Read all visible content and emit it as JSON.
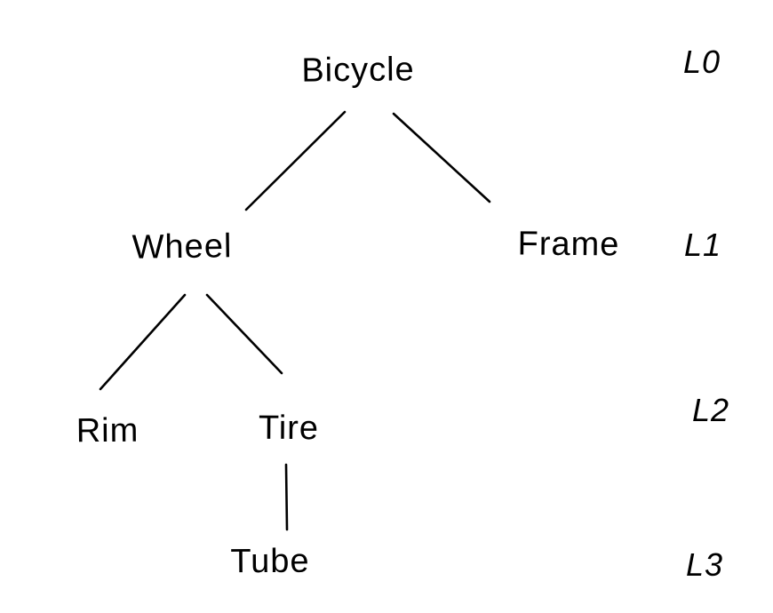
{
  "tree": {
    "nodes": [
      {
        "id": "bicycle",
        "label": "Bicycle",
        "level": 0,
        "parent": null
      },
      {
        "id": "wheel",
        "label": "Wheel",
        "level": 1,
        "parent": "bicycle"
      },
      {
        "id": "frame",
        "label": "Frame",
        "level": 1,
        "parent": "bicycle"
      },
      {
        "id": "rim",
        "label": "Rim",
        "level": 2,
        "parent": "wheel"
      },
      {
        "id": "tire",
        "label": "Tire",
        "level": 2,
        "parent": "wheel"
      },
      {
        "id": "tube",
        "label": "Tube",
        "level": 3,
        "parent": "tire"
      }
    ],
    "edges": [
      {
        "from": "Bicycle",
        "to": "Wheel"
      },
      {
        "from": "Bicycle",
        "to": "Frame"
      },
      {
        "from": "Wheel",
        "to": "Rim"
      },
      {
        "from": "Wheel",
        "to": "Tire"
      },
      {
        "from": "Tire",
        "to": "Tube"
      }
    ],
    "level_labels": [
      {
        "label": "L0"
      },
      {
        "label": "L1"
      },
      {
        "label": "L2"
      },
      {
        "label": "L3"
      }
    ]
  },
  "colors": {
    "ink": "#000000",
    "background": "#ffffff"
  }
}
